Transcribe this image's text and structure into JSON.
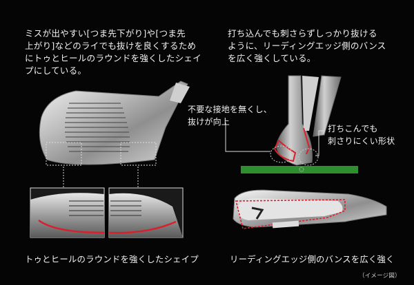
{
  "top_left_text": "ミスが出やすい[つま先下がり]や[つま先\n上がり]などのライでも抜けを良くするため\nにトゥとヒールのラウンドを強くしたシェイ\nプにしている。",
  "top_right_text": "打ち込んでも刺さらずしっかり抜ける\nように、リーディングエッジ側のバンス\nを広く強くしている。",
  "annotation_unneeded_contact": "不要な接地を無くし、\n抜けが向上",
  "annotation_dig_resistant": "打ちこんでも\n刺さりにくい形状",
  "caption_left": "トゥとヒールのラウンドを強くしたシェイプ",
  "caption_right": "リーディングエッジ側のバンスを広く強く",
  "image_note": "（イメージ図）",
  "colors": {
    "background": "#050505",
    "accent_red": "#d8202c",
    "turf_green": "#2f8f2f"
  },
  "icons": {
    "club_face_illustration": "iron-club-face",
    "club_side_illustration": "iron-club-side",
    "club_sole_illustration": "iron-club-sole"
  }
}
